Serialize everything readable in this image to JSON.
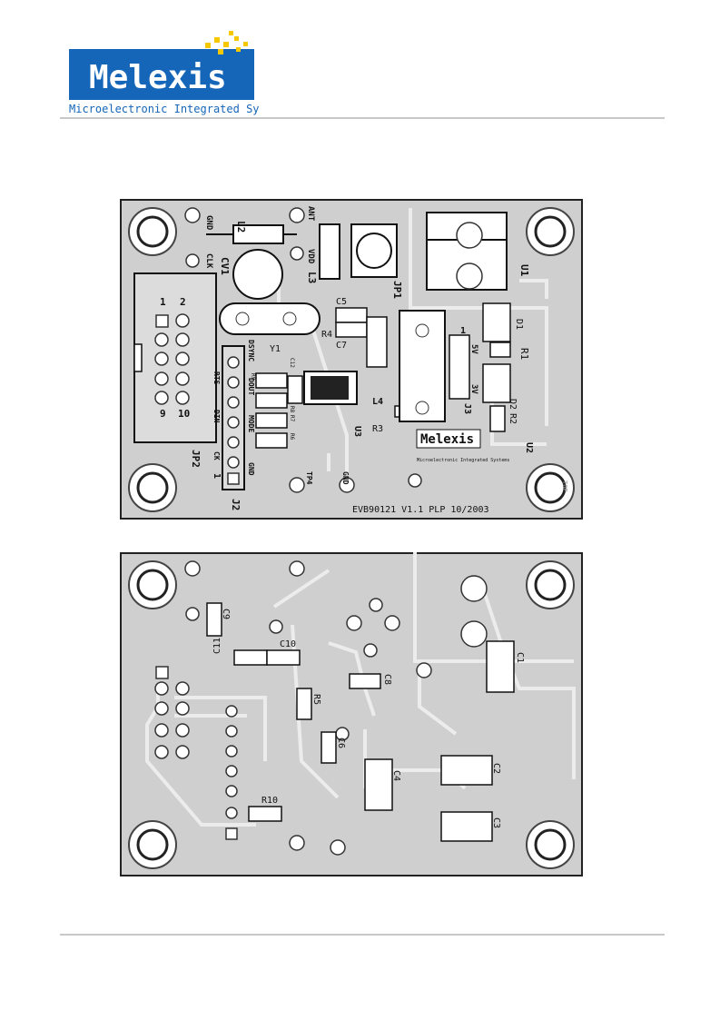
{
  "header": {
    "logo_text": "Melexis",
    "tagline": "Microelectronic Integrated Systems",
    "brand_color": "#1565b8",
    "accent_color": "#f5c800"
  },
  "top_board": {
    "version_label": "EVB90121 V1.1 PLP 10/2003",
    "small_logo_text": "Melexis",
    "small_tagline": "Microelectronic Integrated Systems",
    "top_marker": "TOP",
    "labels": {
      "gnd_tl": "GND",
      "l2": "L2",
      "ant": "ANT",
      "clk": "CLK",
      "cv1": "CV1",
      "vdd": "VDD",
      "l3": "L3",
      "jp1": "JP1",
      "u1": "U1",
      "pin1": "1",
      "pin2": "2",
      "pin9": "9",
      "pin10": "10",
      "c5": "C5",
      "r4": "R4",
      "c7": "C7",
      "y1": "Y1",
      "d1": "D1",
      "r1": "R1",
      "dsync": "DSYNC",
      "rts": "RTS",
      "dout": "DOUT",
      "din": "DIN",
      "mode": "MODE",
      "ck": "CK",
      "gnd_j2": "GND",
      "j2_1": "1",
      "j2": "J2",
      "jp2": "JP2",
      "l4": "L4",
      "r3": "R3",
      "u3": "U3",
      "j3": "J3",
      "j3_1": "1",
      "v5": "5V",
      "v3": "3V",
      "d2": "D2",
      "r2": "R2",
      "u2": "U2",
      "tp4": "TP4",
      "gnd_bot": "GND",
      "r9": "R9",
      "r8": "R8",
      "r7": "R7",
      "r6": "R6",
      "c12": "C12"
    }
  },
  "bottom_board": {
    "labels": {
      "c9": "C9",
      "c11": "C11",
      "c10": "C10",
      "c8": "C8",
      "c1": "C1",
      "r5": "R5",
      "c6": "C6",
      "c4": "C4",
      "c2": "C2",
      "r10": "R10",
      "c3": "C3"
    }
  }
}
